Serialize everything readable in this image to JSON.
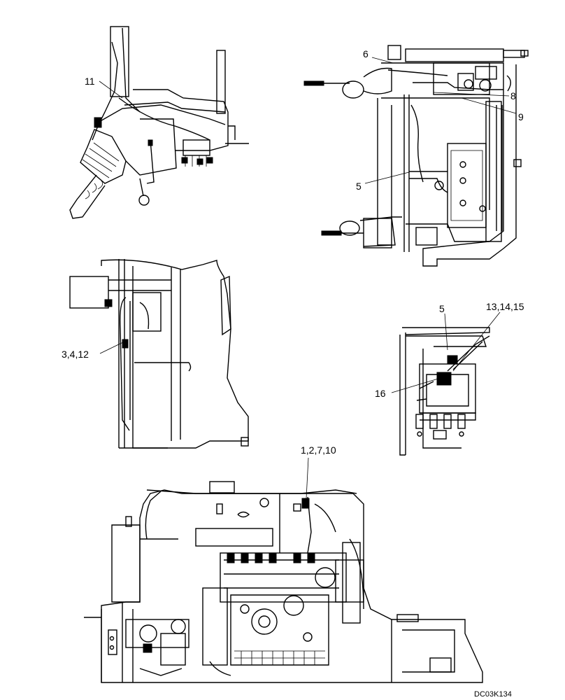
{
  "callouts": {
    "c11": "11",
    "c6": "6",
    "c8": "8",
    "c9": "9",
    "c5a": "5",
    "c3412": "3,4,12",
    "c5b": "5",
    "c131415": "13,14,15",
    "c16": "16",
    "c12710": "1,2,7,10"
  },
  "drawing_ref": "DC03K134"
}
